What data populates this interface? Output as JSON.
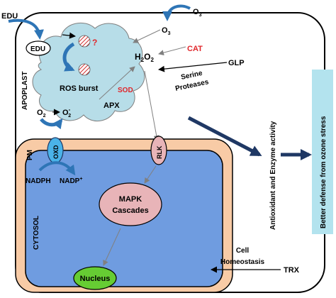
{
  "labels": {
    "edu_top": "EDU",
    "edu_oval": "EDU",
    "o3_top": "O",
    "o3_top_sub": "3",
    "o3_mid": "O",
    "o3_mid_sub": "3",
    "question": "?",
    "h2o2": "H",
    "h2o2_sub1": "2",
    "h2o2_o": "O",
    "h2o2_sub2": "2",
    "cat": "CAT",
    "serine": "Serine",
    "proteases": "Proteases",
    "glp": "GLP",
    "ros_burst": "ROS burst",
    "sod": "SOD",
    "apx": "APX",
    "apoplast": "APOPLAST",
    "o2": "O",
    "o2_sub": "2",
    "o2minus": "O",
    "o2minus_sup": "-",
    "o2minus_sub": "2",
    "pm": "PM",
    "oxd": "OXD",
    "rlk": "RLK",
    "nadph": "NADPH",
    "nadp": "NADP",
    "nadp_sup": "+",
    "cytosol": "CYTOSOL",
    "mapk1": "MAPK",
    "mapk2": "Cascades",
    "nucleus": "Nucleus",
    "cell": "Cell",
    "homeostasis": "Homeostasis",
    "trx": "TRX",
    "antioxidant": "Antioxidant and Enzyme activity",
    "better_defense": "Better defense from ozone stress"
  },
  "colors": {
    "cell_outline": "#000000",
    "pm_fill": "#f8cba6",
    "cytosol_fill": "#6f9ce0",
    "ros_cloud": "#b7dde8",
    "oxd_fill": "#4ab3e8",
    "rlk_fill": "#e8b4b8",
    "mapk_fill": "#e8b4b8",
    "nucleus_fill": "#66cc33",
    "defense_box": "#b3e3ee",
    "arrow_dark": "#1f3864",
    "arrow_blue": "#2e75b6",
    "red_text": "#e0262b"
  }
}
